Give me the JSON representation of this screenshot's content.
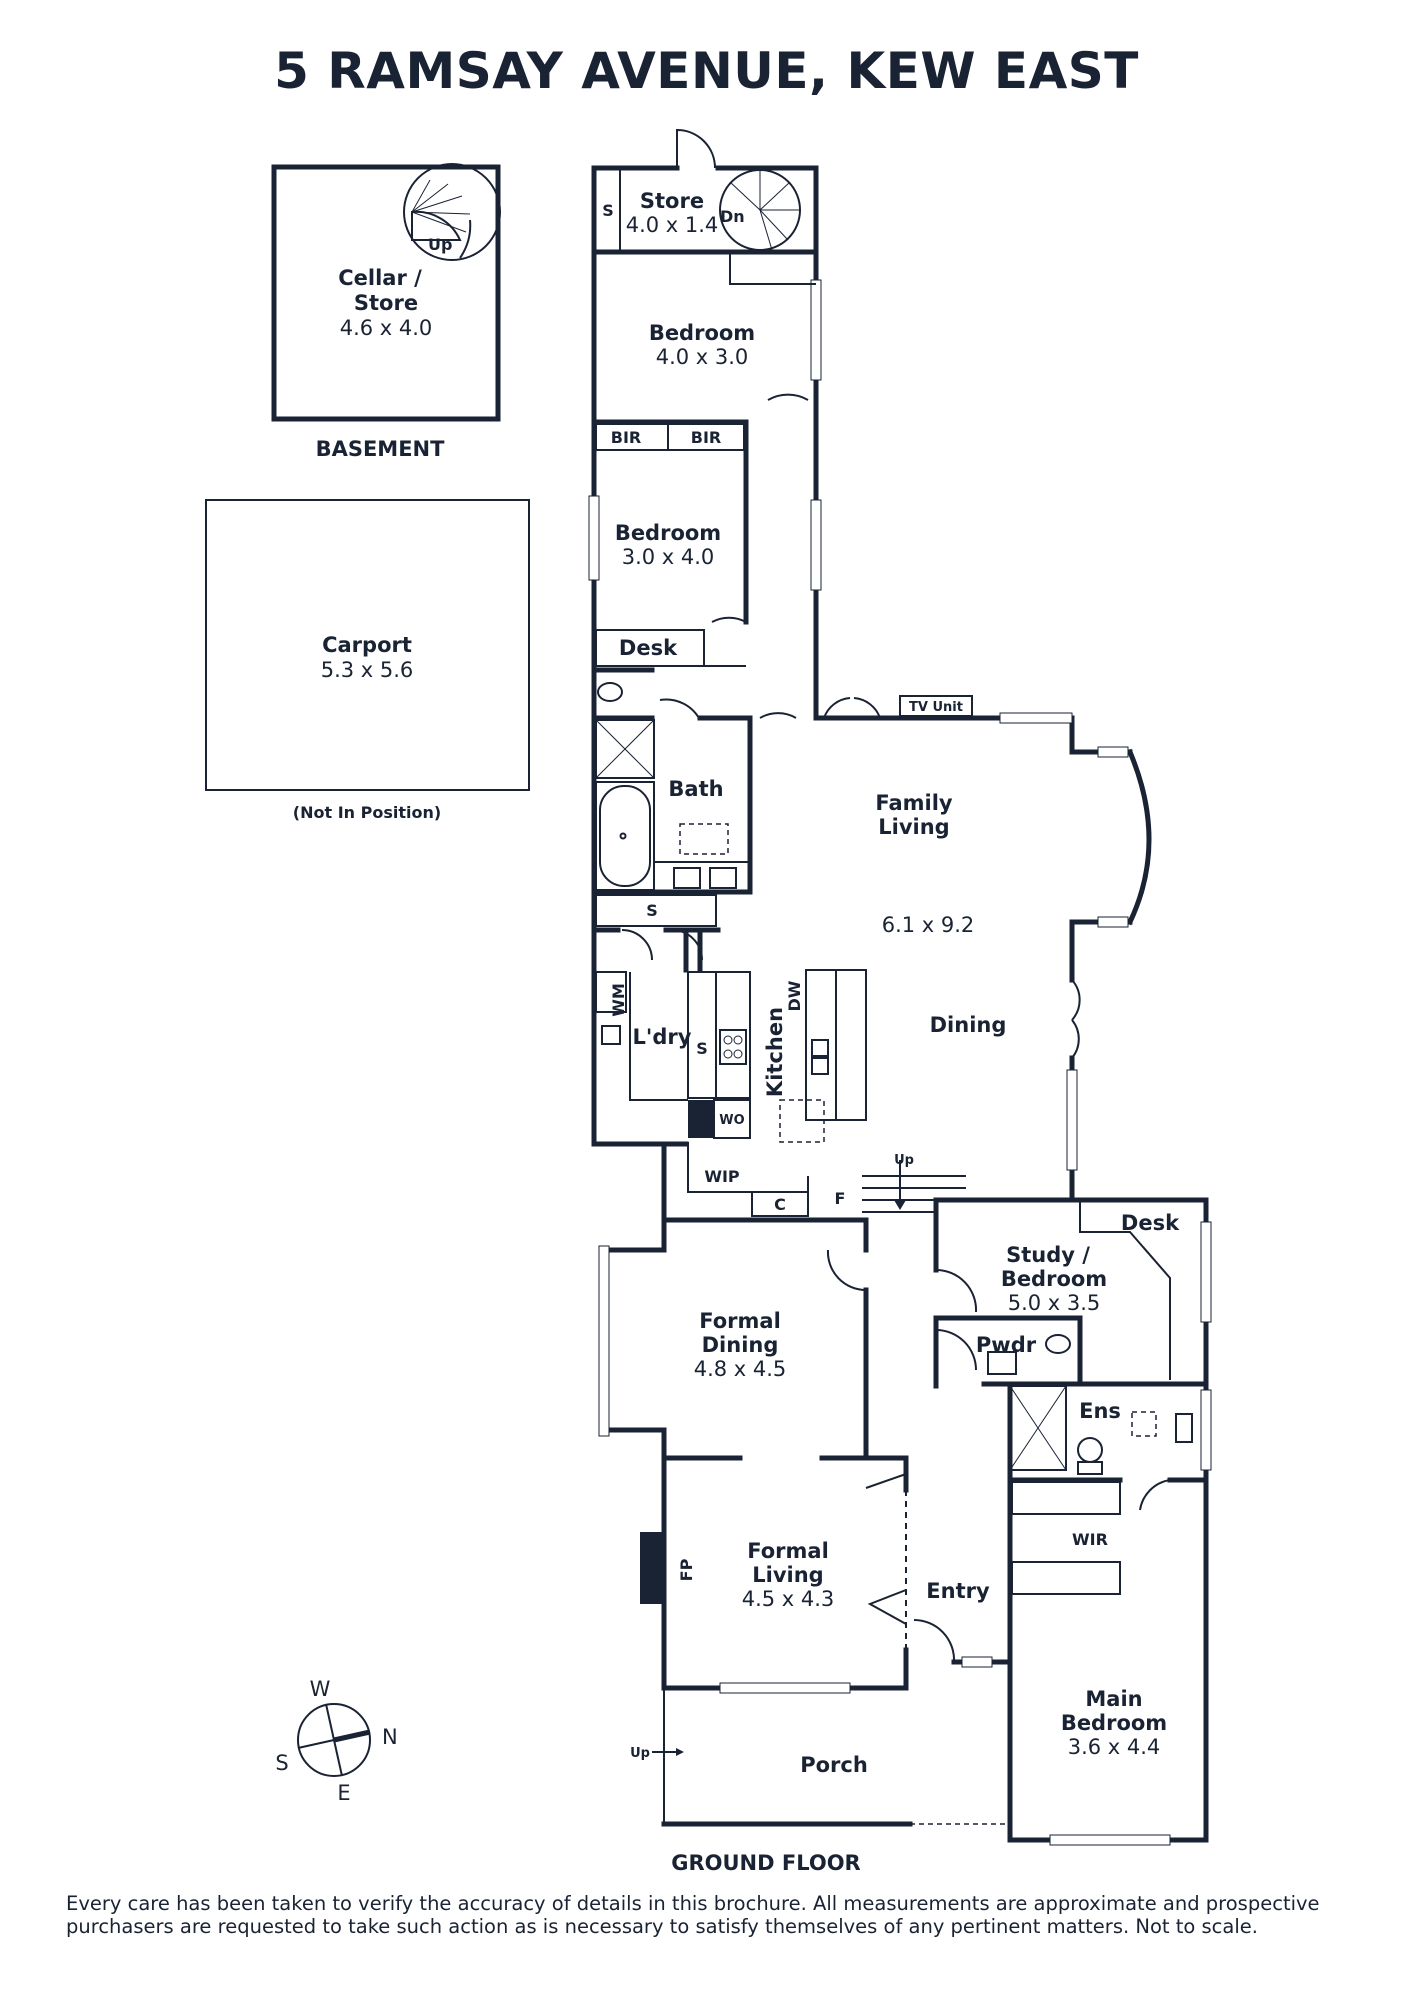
{
  "title": "5 RAMSAY AVENUE, KEW EAST",
  "levels": {
    "basement": "BASEMENT",
    "ground": "GROUND FLOOR",
    "carport_note": "(Not In Position)"
  },
  "rooms": {
    "cellar": {
      "name1": "Cellar /",
      "name2": "Store",
      "dims": "4.6 x 4.0"
    },
    "carport": {
      "name": "Carport",
      "dims": "5.3 x 5.6"
    },
    "store": {
      "name": "Store",
      "dims": "4.0 x 1.4"
    },
    "bedroom_rear": {
      "name": "Bedroom",
      "dims": "4.0 x 3.0"
    },
    "bedroom_mid": {
      "name": "Bedroom",
      "dims": "3.0 x 4.0"
    },
    "bath": {
      "name": "Bath"
    },
    "family": {
      "name1": "Family",
      "name2": "Living",
      "dims": "6.1 x 9.2"
    },
    "dining": {
      "name": "Dining"
    },
    "kitchen": {
      "name": "Kitchen"
    },
    "laundry": {
      "name": "L'dry"
    },
    "formal_dining": {
      "name1": "Formal",
      "name2": "Dining",
      "dims": "4.8 x 4.5"
    },
    "formal_living": {
      "name1": "Formal",
      "name2": "Living",
      "dims": "4.5 x 4.3"
    },
    "study": {
      "name1": "Study /",
      "name2": "Bedroom",
      "dims": "5.0 x 3.5"
    },
    "powder": {
      "name": "Pwdr"
    },
    "ensuite": {
      "name": "Ens"
    },
    "wir": {
      "name": "WIR"
    },
    "entry": {
      "name": "Entry"
    },
    "main_bedroom": {
      "name1": "Main",
      "name2": "Bedroom",
      "dims": "3.6 x 4.4"
    },
    "porch": {
      "name": "Porch"
    }
  },
  "fixtures": {
    "store_shelf": "S",
    "dn": "Dn",
    "up_basement": "Up",
    "bir1": "BIR",
    "bir2": "BIR",
    "desk_bed": "Desk",
    "tv_unit": "TV Unit",
    "bath_shelf": "S",
    "wm": "WM",
    "kitchen_s": "S",
    "dw": "DW",
    "wo": "WO",
    "wip": "WIP",
    "c": "C",
    "f": "F",
    "up_steps": "Up",
    "desk_study": "Desk",
    "fp": "FP",
    "up_porch": "Up"
  },
  "compass": {
    "w": "W",
    "n": "N",
    "s": "S",
    "e": "E"
  },
  "disclaimer": "Every care has been taken to verify the accuracy of details in this brochure. All measurements are approximate and prospective purchasers are requested to take such action as is necessary to satisfy themselves of any pertinent matters. Not to scale."
}
